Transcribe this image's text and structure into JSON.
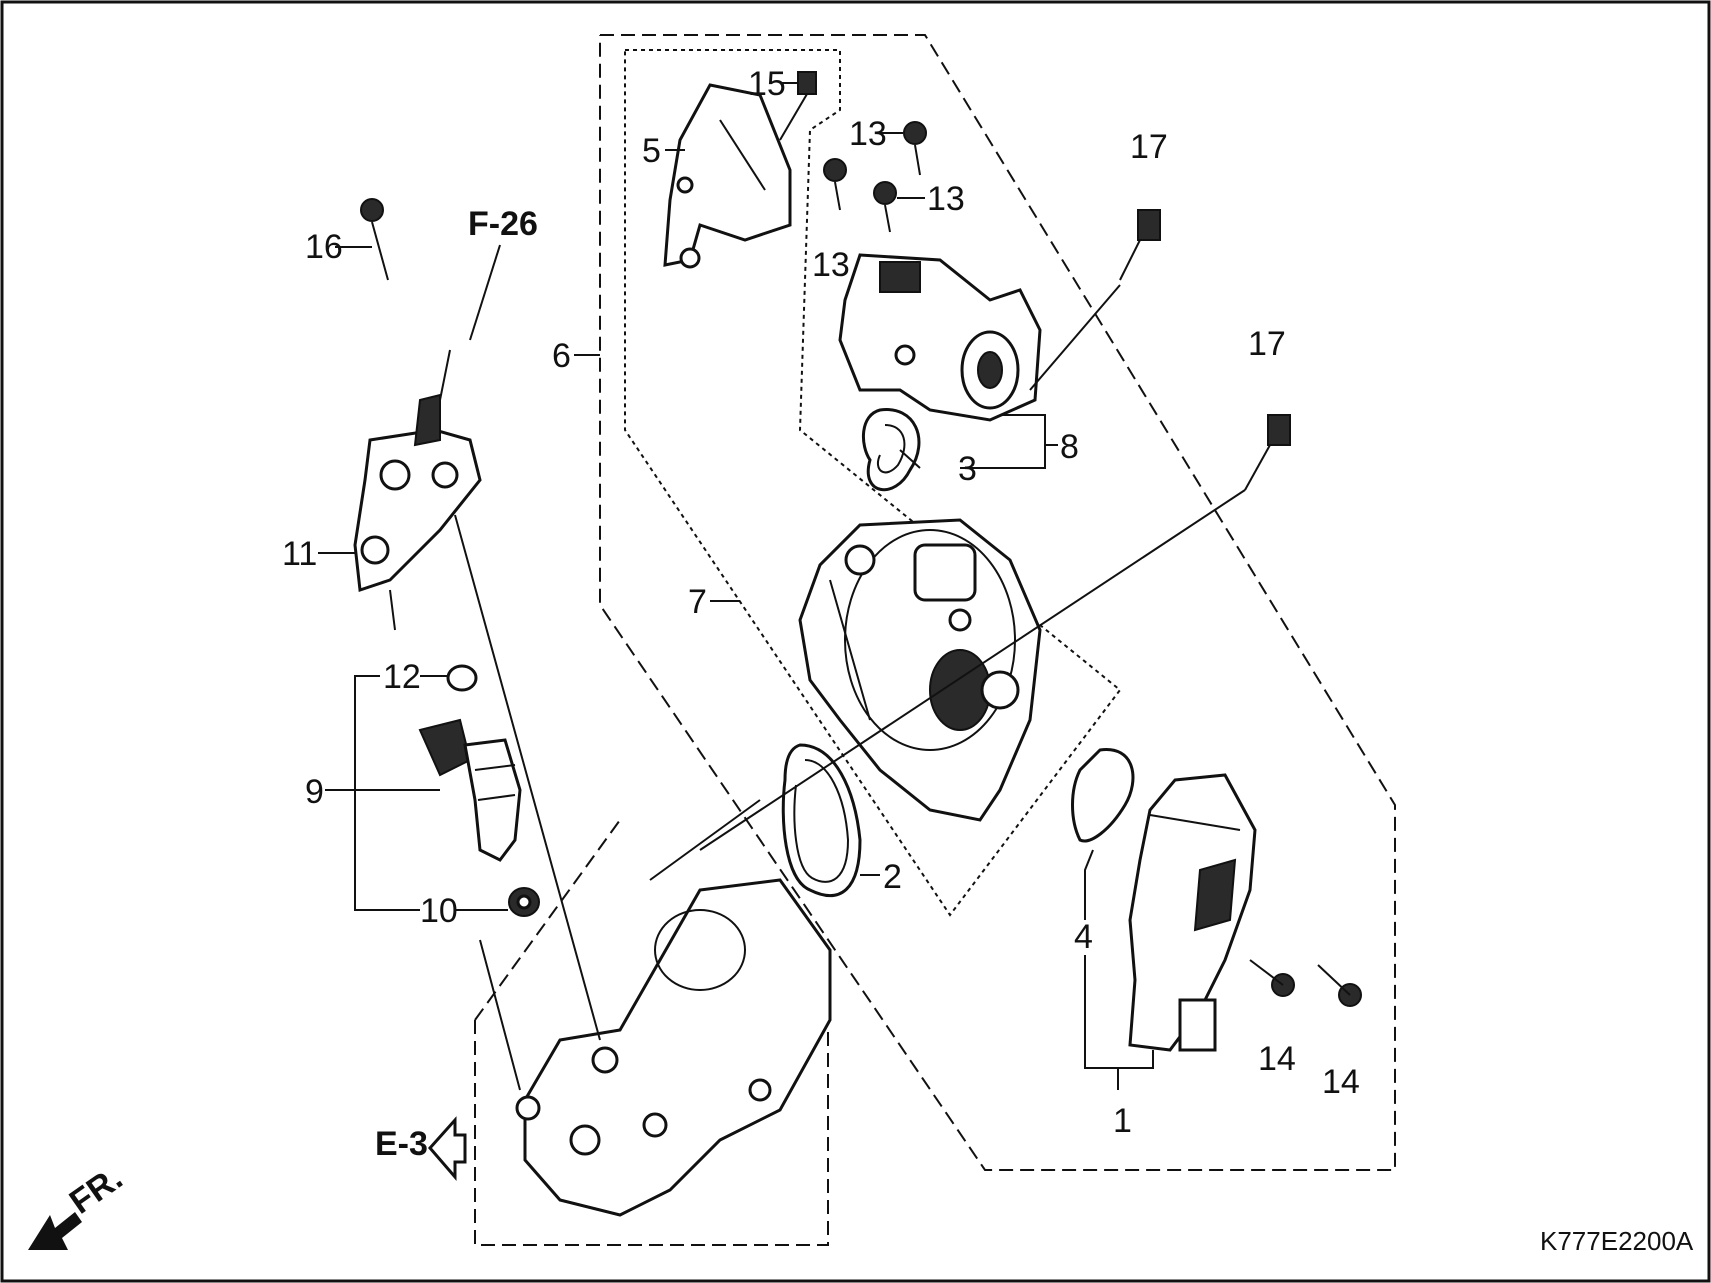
{
  "diagram": {
    "callouts": [
      "1",
      "2",
      "3",
      "4",
      "5",
      "6",
      "7",
      "8",
      "9",
      "10",
      "11",
      "12",
      "13",
      "14",
      "15",
      "16",
      "17"
    ],
    "refs": {
      "f26": "F-26",
      "e3": "E-3",
      "fr": "FR."
    },
    "code": "K777E2200A"
  }
}
